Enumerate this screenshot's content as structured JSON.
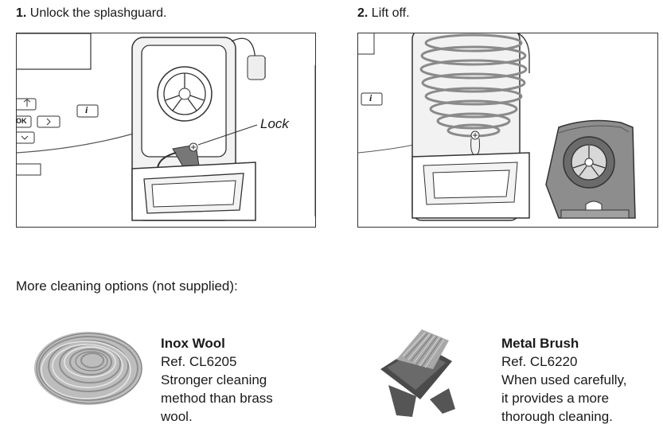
{
  "steps": [
    {
      "number": "1.",
      "title": "Unlock the splashguard.",
      "callout": "Lock",
      "keys": {
        "ok": "OK",
        "info": "i"
      }
    },
    {
      "number": "2.",
      "title": "Lift off.",
      "keys": {
        "info": "i"
      }
    }
  ],
  "options_heading": "More cleaning options (not supplied):",
  "products": [
    {
      "name": "Inox Wool",
      "ref": "Ref. CL6205",
      "desc": [
        "Stronger cleaning",
        "method than brass",
        "wool."
      ],
      "icon": "steel-wool-icon"
    },
    {
      "name": "Metal Brush",
      "ref": "Ref. CL6220",
      "desc": [
        "When used carefully,",
        "it provides a more",
        "thorough cleaning."
      ],
      "icon": "metal-brush-icon"
    }
  ]
}
